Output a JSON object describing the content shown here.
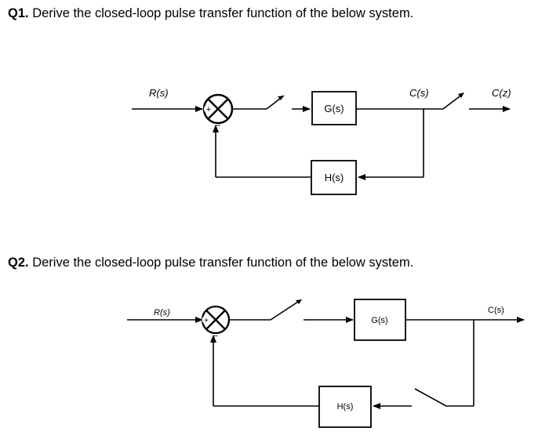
{
  "q1": {
    "number": "Q1.",
    "text": " Derive the closed-loop pulse transfer function of the below system.",
    "diagram": {
      "input": "R(s)",
      "plus": "+",
      "minus": "−",
      "forward_block": "G(s)",
      "feedback_block": "H(s)",
      "output": "C(s)",
      "sampled_output": "C(z)"
    }
  },
  "q2": {
    "number": "Q2.",
    "text": " Derive the closed-loop pulse transfer function of the below system.",
    "diagram": {
      "input": "R(s)",
      "plus": "+",
      "minus": "−",
      "forward_block": "G(s)",
      "feedback_block": "H(s)",
      "output": "C(s)"
    }
  }
}
